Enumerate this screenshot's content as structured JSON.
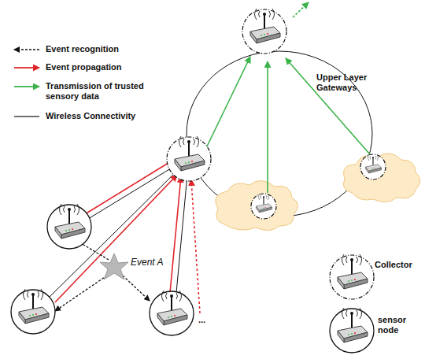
{
  "diagram": {
    "labels": [
      "Upper Layer Gateways",
      "Event A",
      "Collector",
      "sensor node",
      "..."
    ],
    "legend": [
      {
        "text": "Event recognition"
      },
      {
        "text": "Event propagation"
      },
      {
        "text": "Transmission of trusted sensory data"
      },
      {
        "text": "Wireless Connectivity"
      }
    ]
  }
}
